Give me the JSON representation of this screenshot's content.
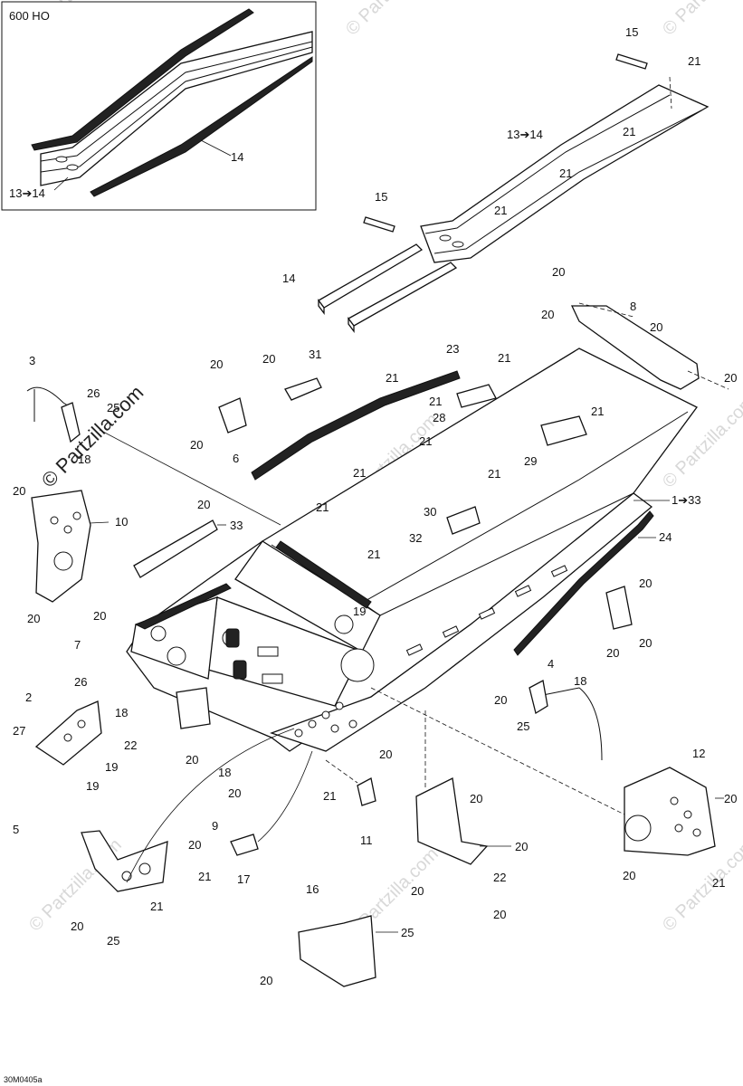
{
  "inset": {
    "title": "600 HO",
    "label_14": "14",
    "label_13_14": "13➔14"
  },
  "callouts": [
    {
      "id": "c15a",
      "text": "15"
    },
    {
      "id": "c21a",
      "text": "21"
    },
    {
      "id": "c13a",
      "text": "13➔14"
    },
    {
      "id": "c21b",
      "text": "21"
    },
    {
      "id": "c21c",
      "text": "21"
    },
    {
      "id": "c21d",
      "text": "21"
    },
    {
      "id": "c15b",
      "text": "15"
    },
    {
      "id": "c14",
      "text": "14"
    },
    {
      "id": "c20a",
      "text": "20"
    },
    {
      "id": "c20b",
      "text": "20"
    },
    {
      "id": "c8",
      "text": "8"
    },
    {
      "id": "c20c",
      "text": "20"
    },
    {
      "id": "c20d",
      "text": "20"
    },
    {
      "id": "c3",
      "text": "3"
    },
    {
      "id": "c20e",
      "text": "20"
    },
    {
      "id": "c20f",
      "text": "20"
    },
    {
      "id": "c31",
      "text": "31"
    },
    {
      "id": "c23",
      "text": "23"
    },
    {
      "id": "c21e",
      "text": "21"
    },
    {
      "id": "c21f",
      "text": "21"
    },
    {
      "id": "c26a",
      "text": "26"
    },
    {
      "id": "c25a",
      "text": "25"
    },
    {
      "id": "c21g",
      "text": "21"
    },
    {
      "id": "c21h",
      "text": "21"
    },
    {
      "id": "c28",
      "text": "28"
    },
    {
      "id": "c21i",
      "text": "21"
    },
    {
      "id": "c20g",
      "text": "20"
    },
    {
      "id": "c6",
      "text": "6"
    },
    {
      "id": "c18a",
      "text": "18"
    },
    {
      "id": "c21j",
      "text": "21"
    },
    {
      "id": "c29",
      "text": "29"
    },
    {
      "id": "c21k",
      "text": "21"
    },
    {
      "id": "c20h",
      "text": "20"
    },
    {
      "id": "c10",
      "text": "10"
    },
    {
      "id": "c21l",
      "text": "21"
    },
    {
      "id": "c1_33",
      "text": "1➔33"
    },
    {
      "id": "c20i",
      "text": "20"
    },
    {
      "id": "c33",
      "text": "33"
    },
    {
      "id": "c30",
      "text": "30"
    },
    {
      "id": "c32",
      "text": "32"
    },
    {
      "id": "c24",
      "text": "24"
    },
    {
      "id": "c21m",
      "text": "21"
    },
    {
      "id": "c20j",
      "text": "20"
    },
    {
      "id": "c20k",
      "text": "20"
    },
    {
      "id": "c20l",
      "text": "20"
    },
    {
      "id": "c19a",
      "text": "19"
    },
    {
      "id": "c7",
      "text": "7"
    },
    {
      "id": "c20m",
      "text": "20"
    },
    {
      "id": "c20n",
      "text": "20"
    },
    {
      "id": "c26b",
      "text": "26"
    },
    {
      "id": "c4",
      "text": "4"
    },
    {
      "id": "c18b",
      "text": "18"
    },
    {
      "id": "c25b",
      "text": "25"
    },
    {
      "id": "c20o",
      "text": "20"
    },
    {
      "id": "c18c",
      "text": "18"
    },
    {
      "id": "c2",
      "text": "2"
    },
    {
      "id": "c27",
      "text": "27"
    },
    {
      "id": "c22a",
      "text": "22"
    },
    {
      "id": "c19b",
      "text": "19"
    },
    {
      "id": "c19c",
      "text": "19"
    },
    {
      "id": "c20p",
      "text": "20"
    },
    {
      "id": "c18d",
      "text": "18"
    },
    {
      "id": "c20q",
      "text": "20"
    },
    {
      "id": "c20r",
      "text": "20"
    },
    {
      "id": "c5",
      "text": "5"
    },
    {
      "id": "c21n",
      "text": "21"
    },
    {
      "id": "c20s",
      "text": "20"
    },
    {
      "id": "c11",
      "text": "11"
    },
    {
      "id": "c20t",
      "text": "20"
    },
    {
      "id": "c12",
      "text": "12"
    },
    {
      "id": "c9",
      "text": "9"
    },
    {
      "id": "c20u",
      "text": "20"
    },
    {
      "id": "c21o",
      "text": "21"
    },
    {
      "id": "c17",
      "text": "17"
    },
    {
      "id": "c20v",
      "text": "20"
    },
    {
      "id": "c22b",
      "text": "22"
    },
    {
      "id": "c21p",
      "text": "21"
    },
    {
      "id": "c20w",
      "text": "20"
    },
    {
      "id": "c20x",
      "text": "20"
    },
    {
      "id": "c20y",
      "text": "20"
    },
    {
      "id": "c25c",
      "text": "25"
    },
    {
      "id": "c20z",
      "text": "20"
    },
    {
      "id": "c21q",
      "text": "21"
    },
    {
      "id": "c16",
      "text": "16"
    },
    {
      "id": "c25d",
      "text": "25"
    },
    {
      "id": "c20aa",
      "text": "20"
    }
  ],
  "watermark": {
    "text": "© Partzilla.com"
  },
  "figure_code": "30M0405a"
}
